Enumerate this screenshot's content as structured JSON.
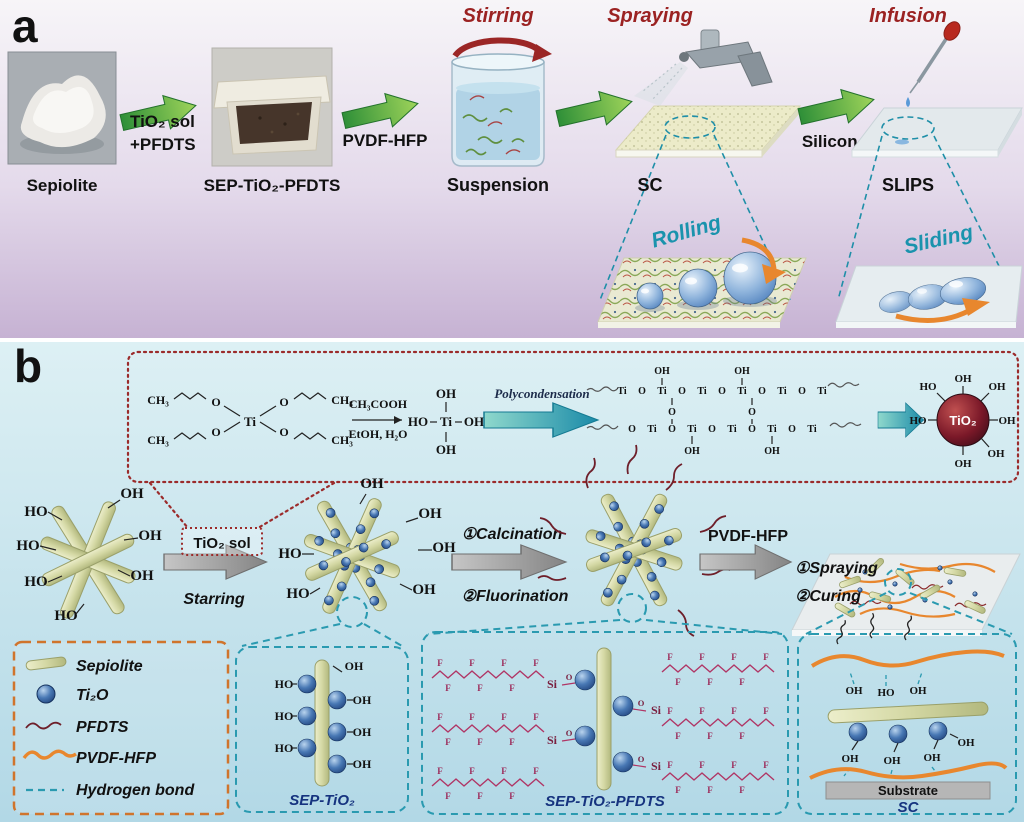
{
  "figure": {
    "panel_a": {
      "letter": "a",
      "labels": {
        "sepiolite": "Sepiolite",
        "arrow1_line1": "TiO₂ sol",
        "arrow1_line2": "+PFDTS",
        "sep_tio2_pfdts": "SEP-TiO₂-PFDTS",
        "pvdf_hfp": "PVDF-HFP",
        "stirring": "Stirring",
        "suspension": "Suspension",
        "spraying": "Spraying",
        "sc": "SC",
        "silicon_oil": "Silicon oil",
        "infusion": "Infusion",
        "slips": "SLIPS",
        "rolling": "Rolling",
        "sliding": "Sliding"
      }
    },
    "panel_b": {
      "letter": "b",
      "chem": {
        "ch3": "CH₃",
        "ti": "Ti",
        "o": "O",
        "oh": "OH",
        "ho": "HO",
        "f": "F",
        "si": "Si",
        "tio2": "TiO₂"
      },
      "reaction": {
        "reagent_top": "CH₃COOH",
        "reagent_bottom": "EtOH, H₂O",
        "polycondensation": "Polycondensation"
      },
      "steps": {
        "tio2_sol": "TiO₂ sol",
        "starring": "Starring",
        "calcination": "①Calcination",
        "fluorination": "②Fluorination",
        "pvdf_hfp": "PVDF-HFP",
        "spraying": "①Spraying",
        "curing": "②Curing"
      },
      "legend": {
        "sepiolite": "Sepiolite",
        "tio": "Ti₂O",
        "pfdts": "PFDTS",
        "pvdf_hfp": "PVDF-HFP",
        "hydrogen_bond": "Hydrogen bond"
      },
      "insets": {
        "sep_tio2": "SEP-TiO₂",
        "sep_tio2_pfdts": "SEP-TiO₂-PFDTS",
        "substrate": "Substrate",
        "sc": "SC"
      }
    },
    "colors": {
      "panel_a_bg_top": "#f7f5f8",
      "panel_a_bg_bottom": "#c6b2d3",
      "panel_b_bg_top": "#ddf0f4",
      "panel_b_bg_bottom": "#b2d8e6",
      "green_arrow": "#2e8f38",
      "gray_arrow": "#8a8a8a",
      "red_label": "#9b2222",
      "teal_label": "#1a93ad",
      "legend_border": "#d0742c",
      "red_dotted_border": "#9b2b2b",
      "blue_dashed": "#2a9ab0",
      "pfdts_color": "#6e1f2a",
      "pvdf_color": "#e8872e",
      "tio_sphere": "#2f5f9e"
    },
    "icons": {
      "stirring_arrow": "circular-arrow",
      "spray_gun": "airbrush-sprayer",
      "infusion_dropper": "pipette",
      "process_arrow": "block-arrow"
    }
  }
}
